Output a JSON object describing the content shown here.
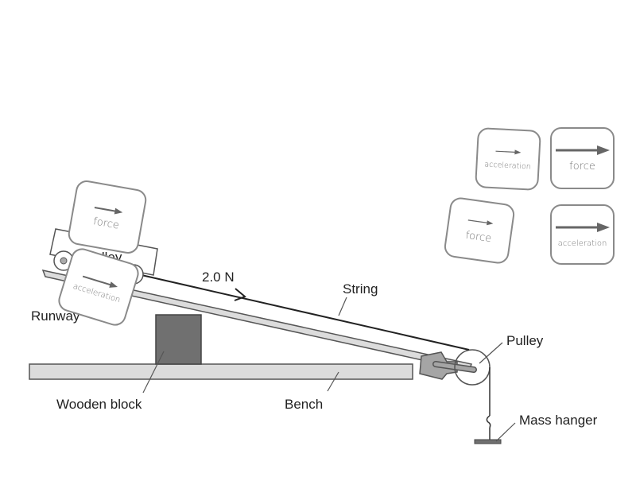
{
  "diagram": {
    "labels": {
      "trolley": "Trolley",
      "runway": "Runway",
      "force_value": "2.0 N",
      "string": "String",
      "pulley": "Pulley",
      "wooden_block": "Wooden block",
      "bench": "Bench",
      "mass_hanger": "Mass hanger"
    }
  },
  "cards": [
    {
      "id": "card-force-trolley",
      "label": "force",
      "arrow": "short"
    },
    {
      "id": "card-acceleration-trolley",
      "label": "acceleration",
      "arrow": "short"
    },
    {
      "id": "card-acceleration-small",
      "label": "acceleration",
      "arrow": "thin"
    },
    {
      "id": "card-force-large",
      "label": "force",
      "arrow": "long"
    },
    {
      "id": "card-force-small",
      "label": "force",
      "arrow": "thin"
    },
    {
      "id": "card-acceleration-large",
      "label": "acceleration",
      "arrow": "long"
    }
  ],
  "colors": {
    "card_border": "#8a8a8a",
    "card_text": "#777777",
    "arrow": "#666666",
    "block": "#707070",
    "bench": "#dcdcdc"
  }
}
